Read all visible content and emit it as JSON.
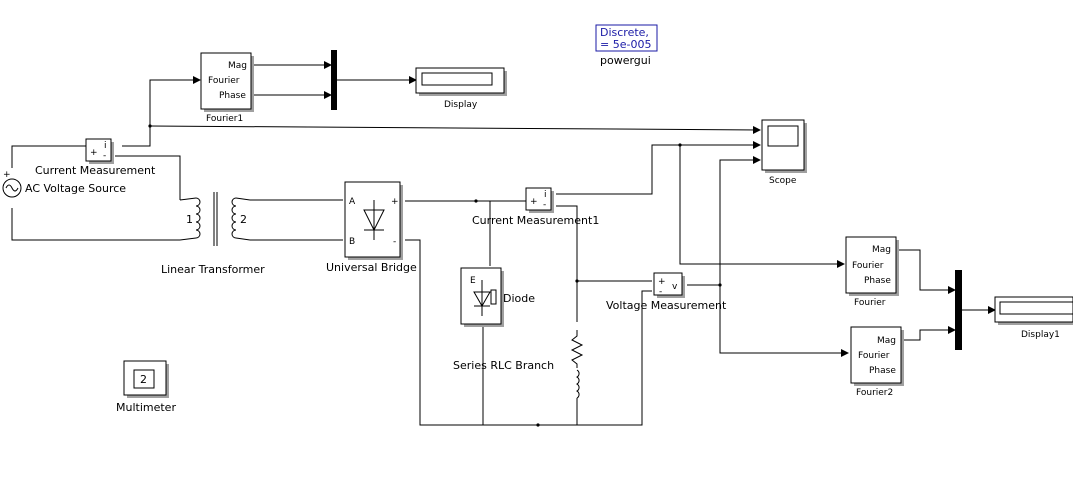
{
  "powergui": {
    "line1": "Discrete,",
    "line2": "= 5e-005",
    "name": "powergui"
  },
  "blocks": {
    "fourier1": {
      "name": "Fourier1",
      "ports": {
        "mag": "Mag",
        "fourier": "Fourier",
        "phase": "Phase"
      }
    },
    "display": {
      "name": "Display"
    },
    "current_measurement": {
      "name": "Current Measurement",
      "plus": "+",
      "i": "i",
      "minus": "-"
    },
    "ac_source": {
      "name": "AC Voltage Source",
      "plus": "+"
    },
    "transformer": {
      "name": "Linear Transformer",
      "p1": "1",
      "p2": "2"
    },
    "bridge": {
      "name": "Universal Bridge",
      "a": "A",
      "b": "B",
      "plus": "+",
      "minus": "-"
    },
    "current_measurement1": {
      "name": "Current Measurement1",
      "plus": "+",
      "i": "i",
      "minus": "-"
    },
    "scope": {
      "name": "Scope"
    },
    "diode": {
      "name": "Diode",
      "e": "E"
    },
    "rlc": {
      "name": "Series RLC Branch"
    },
    "voltage_measurement": {
      "name": "Voltage Measurement",
      "plus": "+",
      "minus": "-",
      "v": "v"
    },
    "fourier": {
      "name": "Fourier",
      "ports": {
        "mag": "Mag",
        "fourier": "Fourier",
        "phase": "Phase"
      }
    },
    "fourier2": {
      "name": "Fourier2",
      "ports": {
        "mag": "Mag",
        "fourier": "Fourier",
        "phase": "Phase"
      }
    },
    "display1": {
      "name": "Display1"
    },
    "multimeter": {
      "name": "Multimeter",
      "value": "2"
    }
  }
}
